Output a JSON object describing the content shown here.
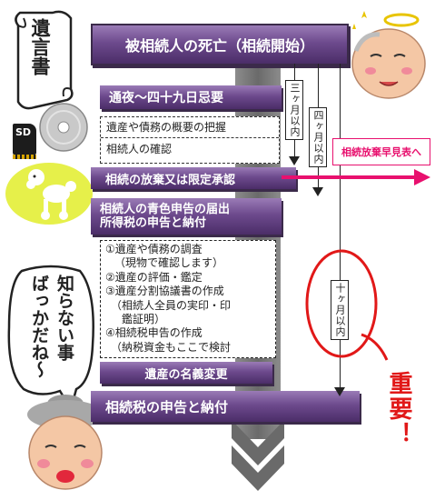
{
  "flow": {
    "start": "被相続人の死亡（相続開始）",
    "wake": "通夜〜四十九日忌要",
    "grasp_box": [
      "遺産や債務の概要の把握",
      "相続人の確認"
    ],
    "renounce": "相続の放棄又は限定承認",
    "blue_return": [
      "相続人の青色申告の届出",
      "所得税の申告と納付"
    ],
    "steps_box": [
      "①遺産や債務の調査",
      "（現物で確認します）",
      "②遺産の評価・鑑定",
      "③遺産分割協議書の作成",
      "（相続人全員の実印・印",
      "鑑証明）",
      "④相続税申告の作成",
      "（納税資金もここで検討"
    ],
    "name_change": "遺産の名義変更",
    "tax_return": "相続税の申告と納付"
  },
  "deadlines": {
    "three_months": "三ヶ月以内",
    "four_months": "四ヶ月以内",
    "ten_months": "十ヶ月以内"
  },
  "link_box": "相続放棄早見表へ",
  "important": "重要！",
  "will_scroll": "遺言書",
  "sd_card": "SD",
  "grandma_speech": [
    "知らない事",
    "ばっかだね〜"
  ],
  "colors": {
    "accent_pink": "#e8106e",
    "bar_purple": "#6d4a8d",
    "important_red": "#e11818"
  }
}
